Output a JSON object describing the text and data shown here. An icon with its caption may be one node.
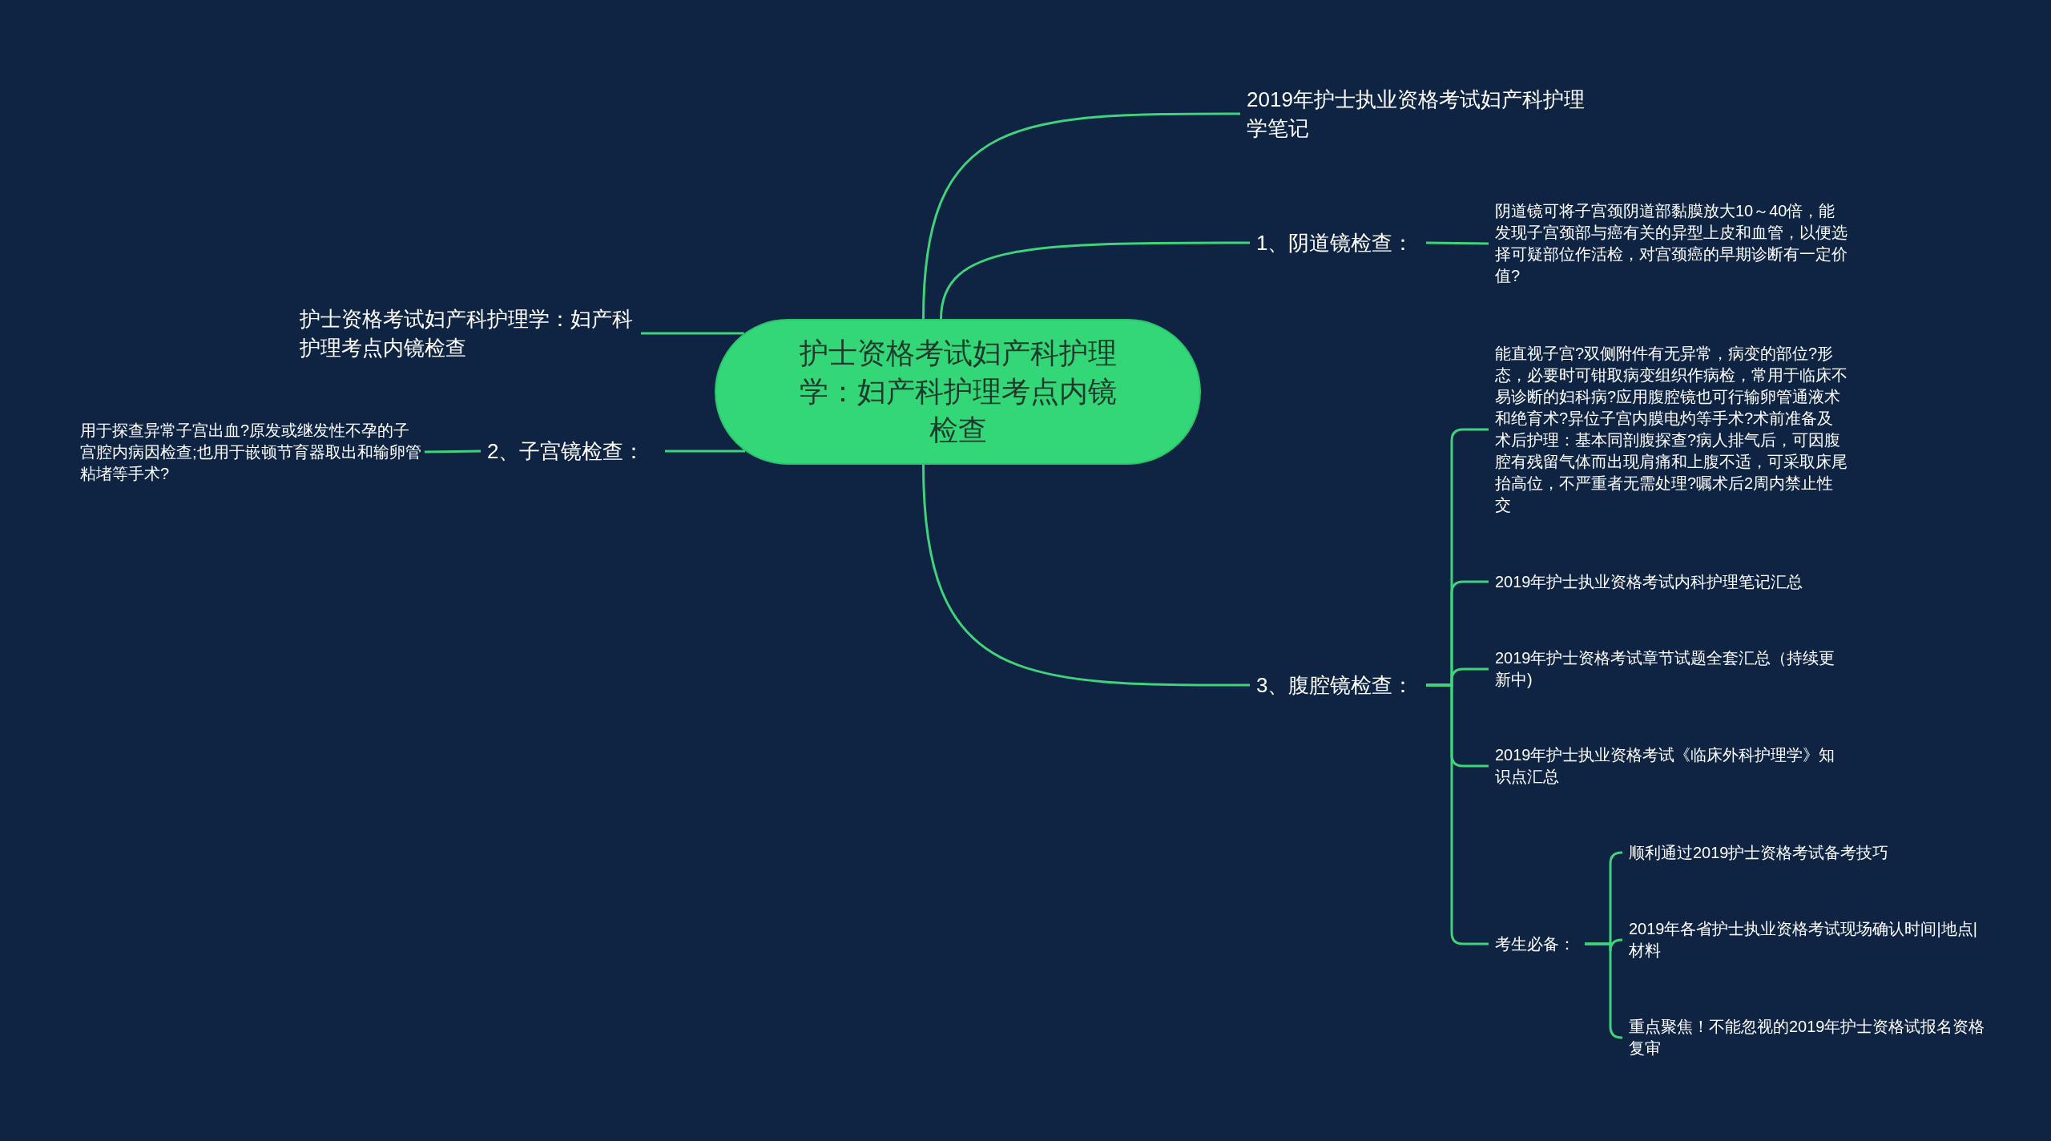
{
  "diagram": {
    "nodes": [
      {
        "text": [
          "护士资格考试妇产科护理学：妇产科护理考点内镜检查"
        ]
      },
      {
        "text": [
          "2019年护士执业资格考试妇产科护理学笔记"
        ]
      },
      {
        "text": [
          "1、阴道镜检查："
        ]
      },
      {
        "text": [
          "阴道镜可将子宫颈阴道部黏膜放大10～40倍，能发现子宫颈部与癌有关的异型上皮和血管，以便选择可疑部位作活检，对宫颈癌的早期诊断有一定价值?"
        ]
      },
      {
        "text": [
          "护士资格考试妇产科护理学：妇产科护理考点内镜检查"
        ]
      },
      {
        "text": [
          "2、子宫镜检查："
        ]
      },
      {
        "text": [
          "用于探查异常子宫出血?原发或继发性不孕的子宫腔内病因检查;也用于嵌顿节育器取出和输卵管粘堵等手术?"
        ]
      },
      {
        "text": [
          "3、腹腔镜检查："
        ]
      },
      {
        "text": [
          "能直视子宫?双侧附件有无异常，病变的部位?形态，必要时可钳取病变组织作病检，常用于临床不易诊断的妇科病?应用腹腔镜也可行输卵管通液术和绝育术?异位子宫内膜电灼等手术?术前准备及术后护理：基本同剖腹探查?病人排气后，可因腹腔有残留气体而出现肩痛和上腹不适，可采取床尾抬高位，不严重者无需处理?嘱术后2周内禁止性交"
        ]
      },
      {
        "text": [
          "2019年护士执业资格考试内科护理笔记汇总"
        ]
      },
      {
        "text": [
          "2019年护士资格考试章节试题全套汇总（持续更新中)"
        ]
      },
      {
        "text": [
          "2019年护士执业资格考试《临床外科护理学》知识点汇总"
        ]
      },
      {
        "text": [
          "考生必备："
        ]
      },
      {
        "text": [
          "顺利通过2019护士资格考试备考技巧"
        ]
      },
      {
        "text": [
          "2019年各省护士执业资格考试现场确认时间|地点|材料"
        ]
      },
      {
        "text": [
          "重点聚焦！不能忽视的2019年护士资格试报名资格复审"
        ]
      }
    ],
    "edges": [
      {
        "from": 0,
        "to": 1,
        "arrow": "none"
      },
      {
        "from": 0,
        "to": 2,
        "arrow": "none"
      },
      {
        "from": 2,
        "to": 3,
        "arrow": "none"
      },
      {
        "from": 0,
        "to": 4,
        "arrow": "none"
      },
      {
        "from": 0,
        "to": 5,
        "arrow": "none"
      },
      {
        "from": 5,
        "to": 6,
        "arrow": "none"
      },
      {
        "from": 0,
        "to": 7,
        "arrow": "none"
      },
      {
        "from": 7,
        "to": 8,
        "arrow": "none"
      },
      {
        "from": 7,
        "to": 9,
        "arrow": "none"
      },
      {
        "from": 7,
        "to": 10,
        "arrow": "none"
      },
      {
        "from": 7,
        "to": 11,
        "arrow": "none"
      },
      {
        "from": 7,
        "to": 12,
        "arrow": "none"
      },
      {
        "from": 12,
        "to": 13,
        "arrow": "none"
      },
      {
        "from": 12,
        "to": 14,
        "arrow": "none"
      },
      {
        "from": 12,
        "to": 15,
        "arrow": "none"
      }
    ]
  }
}
